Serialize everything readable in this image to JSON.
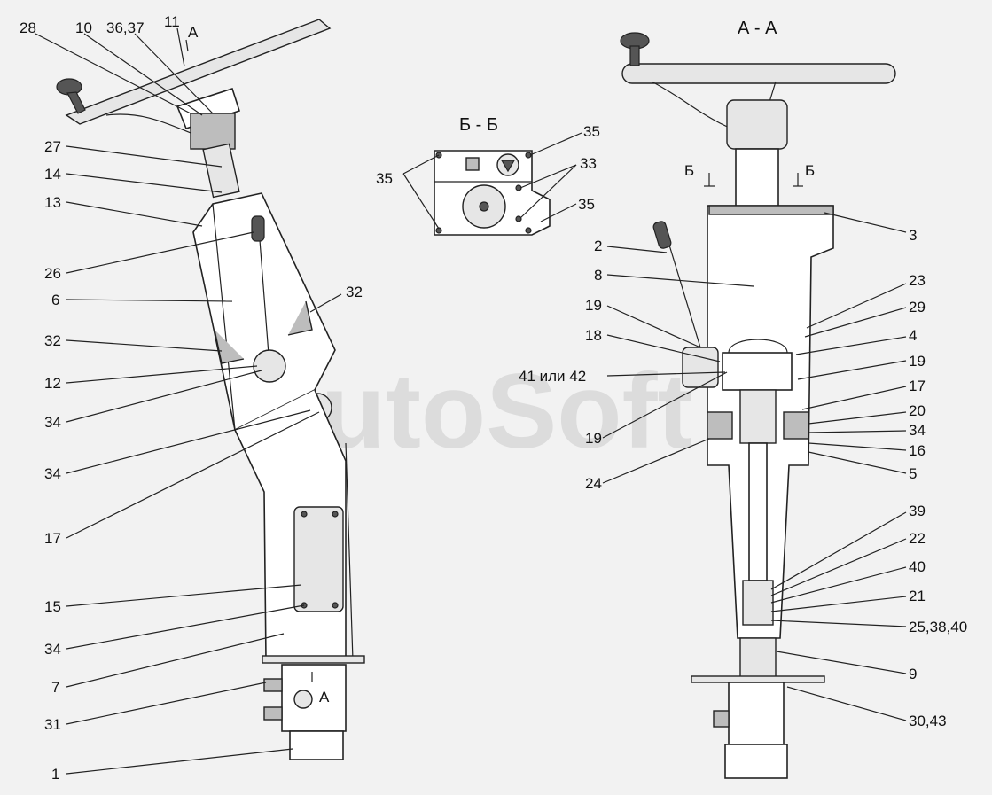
{
  "watermark": "AutoSoft",
  "sections": {
    "aa_title": "А - А",
    "bb_title": "Б - Б",
    "a_marker_top": "А",
    "a_marker_bottom": "А",
    "b_marker_left": "Б",
    "b_marker_right": "Б"
  },
  "left_view": {
    "callouts": [
      "28",
      "10",
      "36,37",
      "11",
      "27",
      "14",
      "13",
      "26",
      "6",
      "32",
      "32",
      "12",
      "34",
      "34",
      "17",
      "15",
      "34",
      "7",
      "31",
      "1"
    ]
  },
  "section_bb": {
    "callouts": [
      "35",
      "35",
      "33",
      "35"
    ]
  },
  "right_view": {
    "callouts": [
      "2",
      "8",
      "19",
      "18",
      "41 или 42",
      "19",
      "24",
      "3",
      "23",
      "29",
      "4",
      "19",
      "17",
      "20",
      "34",
      "16",
      "5",
      "39",
      "22",
      "40",
      "21",
      "25,38,40",
      "9",
      "30,43"
    ]
  }
}
